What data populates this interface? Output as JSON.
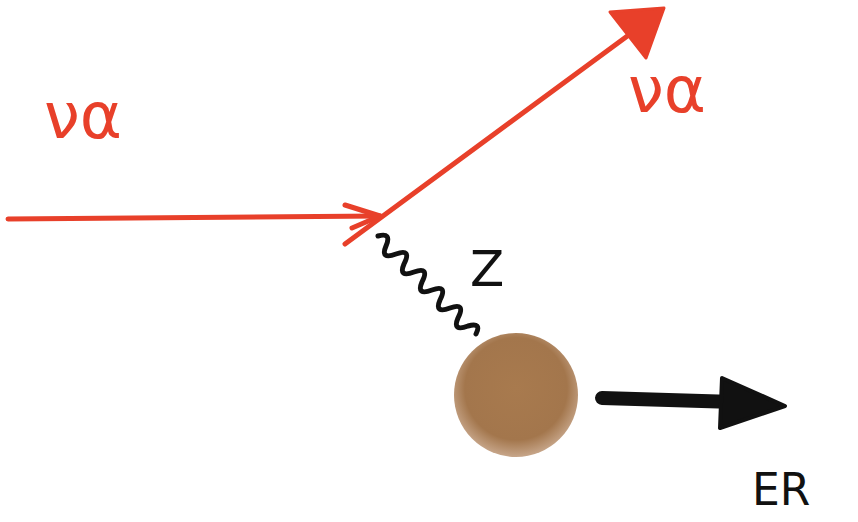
{
  "diagram": {
    "labels": [
      "να",
      "να",
      "Z",
      "ER"
    ]
  }
}
